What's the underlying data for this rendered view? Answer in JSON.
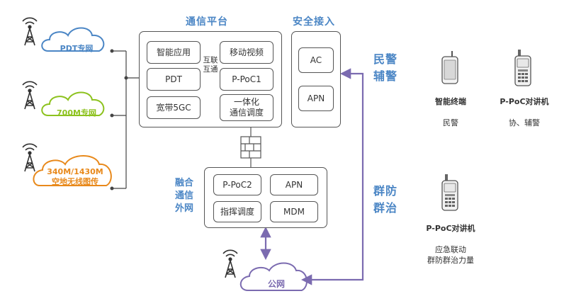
{
  "platform": {
    "title": "通信平台",
    "items": [
      "智能应用",
      "移动视频",
      "PDT",
      "P-PoC1",
      "宽带5GC",
      "一体化\n通信调度"
    ],
    "interconnect_label": "互联\n互通"
  },
  "security": {
    "title": "安全接入",
    "items": [
      "AC",
      "APN"
    ]
  },
  "fusion": {
    "title": "融合\n通信\n外网",
    "items": [
      "P-PoC2",
      "APN",
      "指挥调度",
      "MDM"
    ]
  },
  "networks": [
    {
      "label": "PDT专网",
      "color": "#4b86c5"
    },
    {
      "label": "700M专网",
      "color": "#8dc21f"
    },
    {
      "label": "340M/1430M\n空地无线图传",
      "color": "#e8891b"
    }
  ],
  "public_network": {
    "label": "公网",
    "color": "#7b6bb0"
  },
  "side_labels": {
    "police": "民警\n辅警",
    "community": "群防\n群治"
  },
  "devices": [
    {
      "name": "智能终端",
      "sub": "民警",
      "icon": "smartphone-icon"
    },
    {
      "name": "P-PoC对讲机",
      "sub": "协、辅警",
      "icon": "walkie-talkie-icon"
    },
    {
      "name": "P-PoC对讲机",
      "sub": "应急联动\n群防群治力量",
      "icon": "walkie-talkie-icon"
    }
  ],
  "colors": {
    "accent": "#4b86c5",
    "purple": "#7b6bb0",
    "line": "#555555"
  }
}
